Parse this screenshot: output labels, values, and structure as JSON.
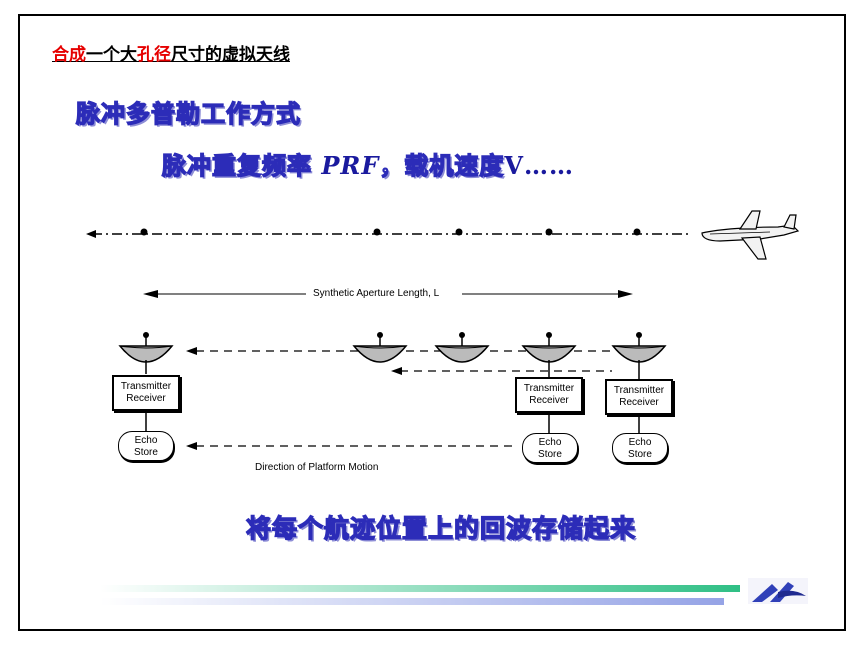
{
  "title": {
    "part1": "合成",
    "part2": "一个大",
    "part3": "孔径",
    "part4": "尺寸的虚拟天线"
  },
  "heading1": "脉冲多普勒工作方式",
  "heading2": {
    "prefix": "脉冲重复频率 ",
    "prf": "PRF",
    "middle": "，载机速度",
    "suffix": "V……"
  },
  "heading3": "将每个航迹位置上的回波存储起来",
  "diagram": {
    "aperture_label": "Synthetic Aperture Length, L",
    "motion_label": "Direction of Platform Motion",
    "tr_label_line1": "Transmitter",
    "tr_label_line2": "Receiver",
    "echo_label_line1": "Echo",
    "echo_label_line2": "Store"
  },
  "colors": {
    "outline": "#2c2cb8",
    "accent_red": "#e60000",
    "bar_green": "#3cc08c",
    "bar_blue": "#9aa8e8"
  }
}
